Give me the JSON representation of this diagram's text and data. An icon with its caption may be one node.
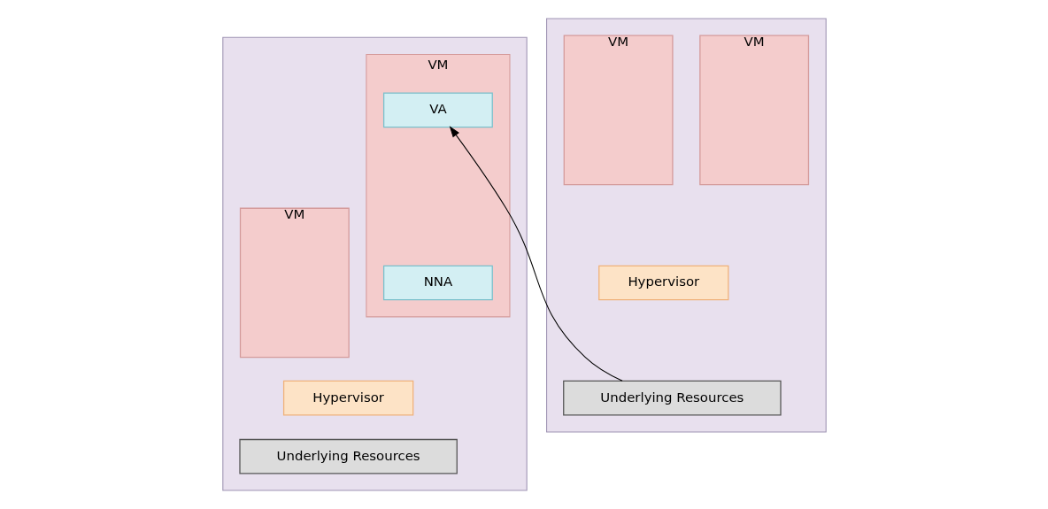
{
  "diagram": {
    "nodes": [
      {
        "text": [],
        "shape": "box"
      },
      {
        "text": [
          "VM"
        ],
        "in": 0
      },
      {
        "text": [
          "VA"
        ],
        "in": 1
      },
      {
        "text": [
          "NNA"
        ],
        "in": 1
      },
      {
        "text": [
          "VM"
        ],
        "in": 0
      },
      {
        "text": [
          "Hypervisor"
        ],
        "in": 0
      },
      {
        "text": [
          "Underlying Resources"
        ],
        "in": 0
      },
      {
        "text": [],
        "shape": "box"
      },
      {
        "text": [
          "VM"
        ],
        "in": 7
      },
      {
        "text": [
          "VM"
        ],
        "in": 7
      },
      {
        "text": [
          "Hypervisor"
        ],
        "in": 7
      },
      {
        "text": [
          "Underlying Resources"
        ],
        "in": 7
      }
    ],
    "edges": [
      {
        "from": 11,
        "to": 2,
        "arrow": "to"
      }
    ]
  }
}
